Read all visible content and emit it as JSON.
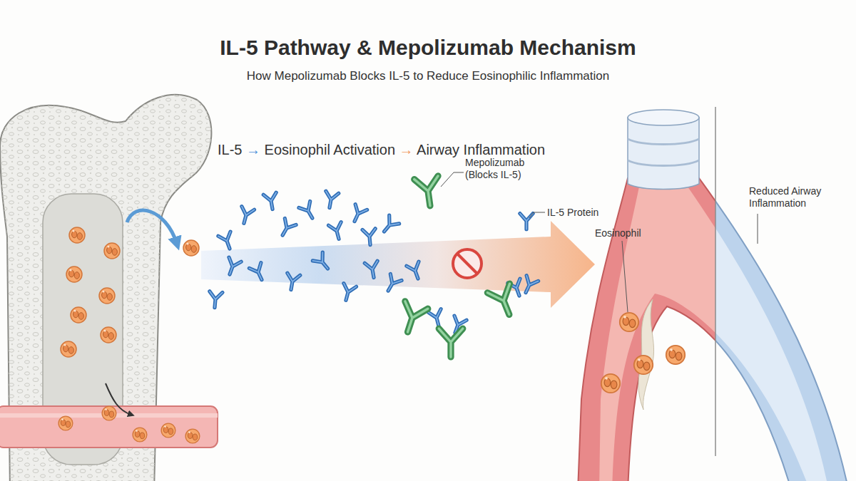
{
  "diagram": {
    "title": "IL-5 Pathway & Mepolizumab Mechanism",
    "labels": [
      "How Mepolizumab Blocks IL-5 to Reduce Eosinophilic Inflammation",
      "IL-5 → Eosinophil Activation → Airway Inflammation",
      "Mepolizumab (Blocks IL-5)",
      "IL-5 Protein",
      "Eosinophil",
      "Reduced Airway Inflammation"
    ]
  }
}
